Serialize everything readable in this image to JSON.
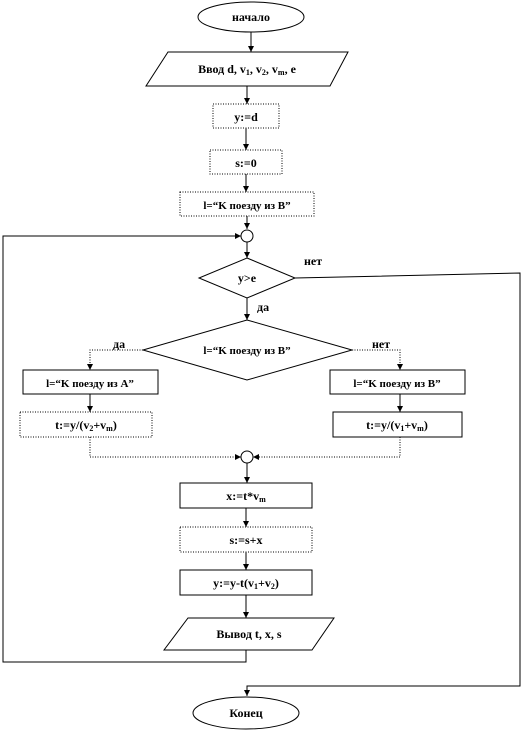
{
  "flowchart": {
    "start": "начало",
    "input": {
      "prefix": "Ввод d, v",
      "s1": "1",
      "sep1": ", v",
      "s2": "2",
      "sep2": ", v",
      "s3": "m",
      "suffix": ", e"
    },
    "y_init": "y:=d",
    "s_init": "s:=0",
    "l_init": "l=“K  поезду из B”",
    "cond_y": "y>e",
    "no_label_top": "нет",
    "yes_label_mid": "да",
    "cond_l": "l=“K  поезду из B”",
    "yes_label_left": "да",
    "no_label_right": "нет",
    "left_assign": "l=“K  поезду из A”",
    "right_assign": "l=“K  поезду из B”",
    "t_left": {
      "prefix": "t:=y/(v",
      "s1": "2",
      "mid": "+v",
      "s2": "m",
      "suffix": ")"
    },
    "t_right": {
      "prefix": "t:=y/(v",
      "s1": "1",
      "mid": "+v",
      "s2": "m",
      "suffix": ")"
    },
    "x_assign": {
      "prefix": "x:=t*v",
      "s1": "m"
    },
    "s_assign": "s:=s+x",
    "y_assign": {
      "prefix": "y:=y-t(v",
      "s1": "1",
      "mid": "+v",
      "s2": "2",
      "suffix": ")"
    },
    "output": "Вывод t, x, s",
    "end": "Конец"
  }
}
